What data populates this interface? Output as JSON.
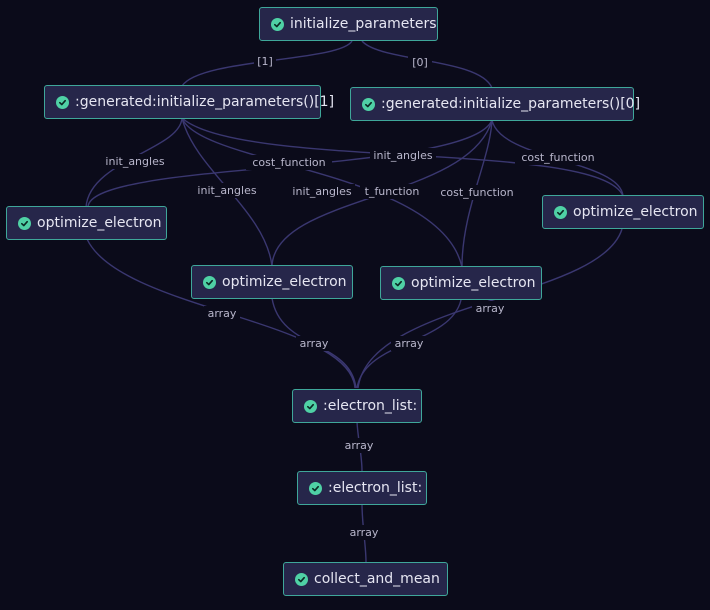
{
  "colors": {
    "background": "#0b0b1a",
    "node_fill": "#26264a",
    "node_border": "#3fa79a",
    "check": "#4fd1a5",
    "edge": "#3a3770",
    "label_text": "#b9b7cc",
    "node_text": "#e6e6f2"
  },
  "nodes": {
    "initialize_parameters": {
      "label": "initialize_parameters",
      "status_icon": "check-circle-icon"
    },
    "generated_1": {
      "label": ":generated:initialize_parameters()[1]",
      "status_icon": "check-circle-icon"
    },
    "generated_0": {
      "label": ":generated:initialize_parameters()[0]",
      "status_icon": "check-circle-icon"
    },
    "optimize_a": {
      "label": "optimize_electron",
      "status_icon": "check-circle-icon"
    },
    "optimize_b": {
      "label": "optimize_electron",
      "status_icon": "check-circle-icon"
    },
    "optimize_c": {
      "label": "optimize_electron",
      "status_icon": "check-circle-icon"
    },
    "optimize_d": {
      "label": "optimize_electron",
      "status_icon": "check-circle-icon"
    },
    "electron_list_1": {
      "label": ":electron_list:",
      "status_icon": "check-circle-icon"
    },
    "electron_list_2": {
      "label": ":electron_list:",
      "status_icon": "check-circle-icon"
    },
    "collect_and_mean": {
      "label": "collect_and_mean",
      "status_icon": "check-circle-icon"
    }
  },
  "edges": [
    {
      "from": "initialize_parameters",
      "to": "generated_1",
      "label": "[1]"
    },
    {
      "from": "initialize_parameters",
      "to": "generated_0",
      "label": "[0]"
    },
    {
      "from": "generated_1",
      "to": "optimize_a",
      "label": "init_angles"
    },
    {
      "from": "generated_1",
      "to": "optimize_b",
      "label": "init_angles"
    },
    {
      "from": "generated_1",
      "to": "optimize_c",
      "label": "init_angles"
    },
    {
      "from": "generated_1",
      "to": "optimize_d",
      "label": "init_angles"
    },
    {
      "from": "generated_0",
      "to": "optimize_a",
      "label": "cost_function"
    },
    {
      "from": "generated_0",
      "to": "optimize_b",
      "label": "t_function"
    },
    {
      "from": "generated_0",
      "to": "optimize_c",
      "label": "cost_function"
    },
    {
      "from": "generated_0",
      "to": "optimize_d",
      "label": "cost_function"
    },
    {
      "from": "optimize_a",
      "to": "electron_list_1",
      "label": "array"
    },
    {
      "from": "optimize_b",
      "to": "electron_list_1",
      "label": "array"
    },
    {
      "from": "optimize_c",
      "to": "electron_list_1",
      "label": "array"
    },
    {
      "from": "optimize_d",
      "to": "electron_list_1",
      "label": "array"
    },
    {
      "from": "electron_list_1",
      "to": "electron_list_2",
      "label": "array"
    },
    {
      "from": "electron_list_2",
      "to": "collect_and_mean",
      "label": "array"
    }
  ]
}
